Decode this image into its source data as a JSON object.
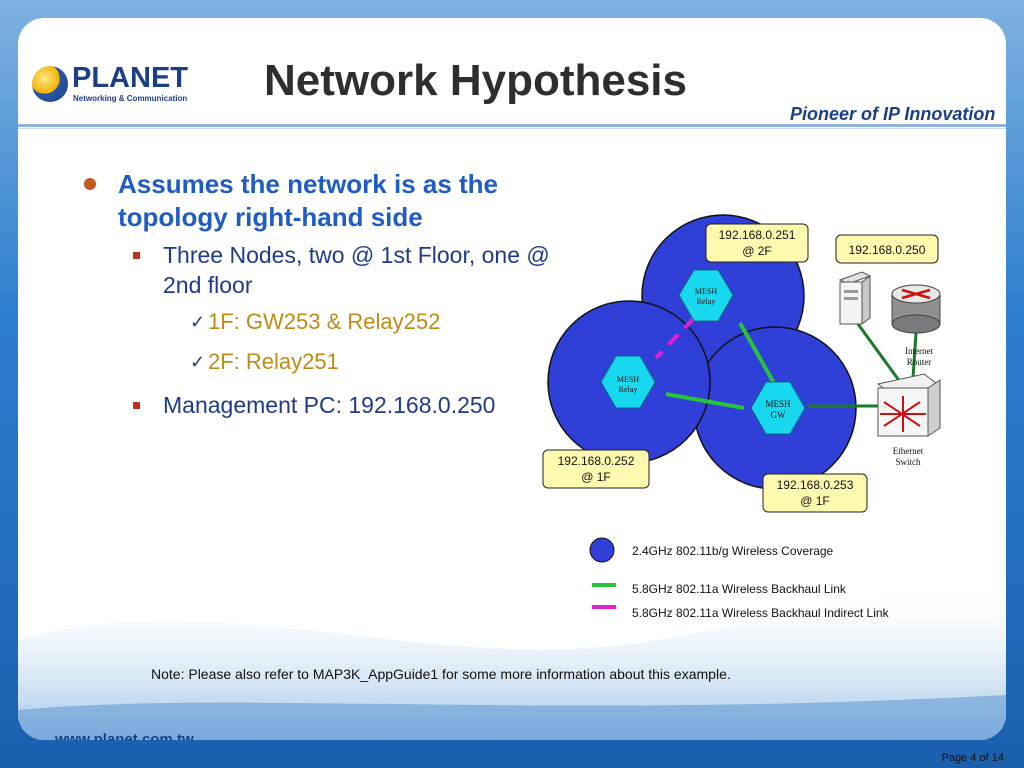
{
  "header": {
    "logo_name": "PLANET",
    "logo_sub": "Networking & Communication",
    "title": "Network Hypothesis",
    "tagline": "Pioneer of IP Innovation"
  },
  "bullets": {
    "main": "Assumes the network is as the topology right-hand side",
    "sub1": "Three Nodes, two @ 1st Floor, one @ 2nd floor",
    "sub1_items": [
      "1F: GW253 & Relay252",
      "2F: Relay251"
    ],
    "sub2": "Management PC: 192.168.0.250"
  },
  "diagram": {
    "labels": {
      "node251": [
        "192.168.0.251",
        "@ 2F"
      ],
      "node250": "192.168.0.250",
      "node252": [
        "192.168.0.252",
        "@ 1F"
      ],
      "node253": [
        "192.168.0.253",
        "@ 1F"
      ]
    },
    "nodes": {
      "relay_top": [
        "MESH",
        "Relay"
      ],
      "relay_left": [
        "MESH",
        "Relay"
      ],
      "gw": [
        "MESH",
        "GW"
      ]
    },
    "devices": {
      "router": [
        "Internet",
        "Router"
      ],
      "switch": [
        "Ethernet",
        "Switch"
      ]
    },
    "legend": [
      "2.4GHz 802.11b/g Wireless Coverage",
      "5.8GHz 802.11a Wireless Backhaul Link",
      "5.8GHz 802.11a Wireless Backhaul Indirect Link"
    ],
    "colors": {
      "coverage": "#2f3fd8",
      "backhaul": "#27c33a",
      "indirect": "#e020d0",
      "label_box": "#fff9b0",
      "hexagon": "#18d8ef"
    }
  },
  "note": "Note: Please also refer to MAP3K_AppGuide1 for some more information about this example.",
  "footer": {
    "url": "www.planet.com.tw",
    "page": "Page 4 of 14"
  }
}
